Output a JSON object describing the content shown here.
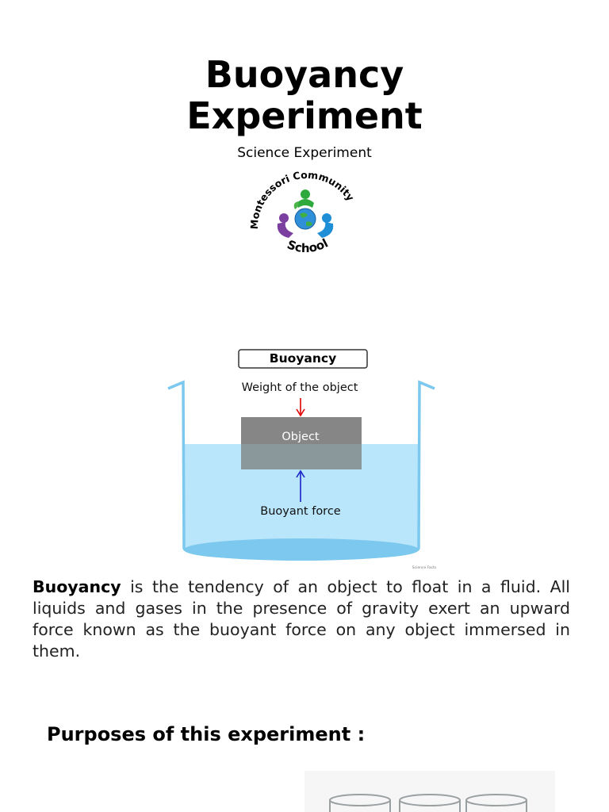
{
  "title": {
    "line1": "Buoyancy",
    "line2": "Experiment"
  },
  "subtitle": "Science Experiment",
  "logo": {
    "text": "Montessori Community School",
    "icon": "globe-people-logo"
  },
  "diagram": {
    "title": "Buoyancy",
    "weight_label": "Weight of the object",
    "object_label": "Object",
    "force_label": "Buoyant force",
    "credit": "Science Facts",
    "colors": {
      "water": "#b9e6fb",
      "container": "#7cc8ee",
      "object": "#7f7f7f",
      "down_arrow": "#e00000",
      "up_arrow": "#1a22c8"
    }
  },
  "paragraph": {
    "term": "Buoyancy",
    "rest": " is the tendency of an object to float in a fluid. All liquids and gases in the presence of gravity exert an upward force known as the buoyant force on any object immersed in them."
  },
  "section_heading": "Purposes of this experiment :",
  "photo": {
    "icon": "glass-jars-photo"
  }
}
